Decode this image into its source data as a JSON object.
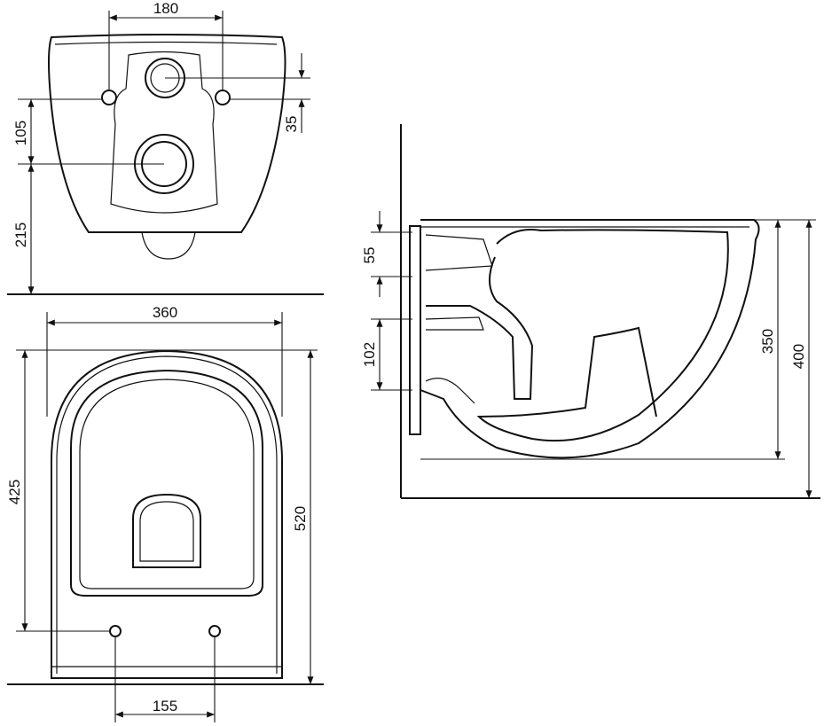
{
  "drawing": {
    "front_view": {
      "dimensions": {
        "fixing_hole_spacing": "180",
        "drain_height_above_fixings": "105",
        "inlet_offset": "35",
        "drain_height": "215"
      }
    },
    "top_view": {
      "dimensions": {
        "width": "360",
        "seat_length": "425",
        "total_length": "520",
        "hole_spacing": "155"
      }
    },
    "side_view": {
      "dimensions": {
        "inlet_height": "55",
        "outlet_height": "102",
        "rim_depth": "350",
        "rim_height": "400"
      }
    }
  }
}
